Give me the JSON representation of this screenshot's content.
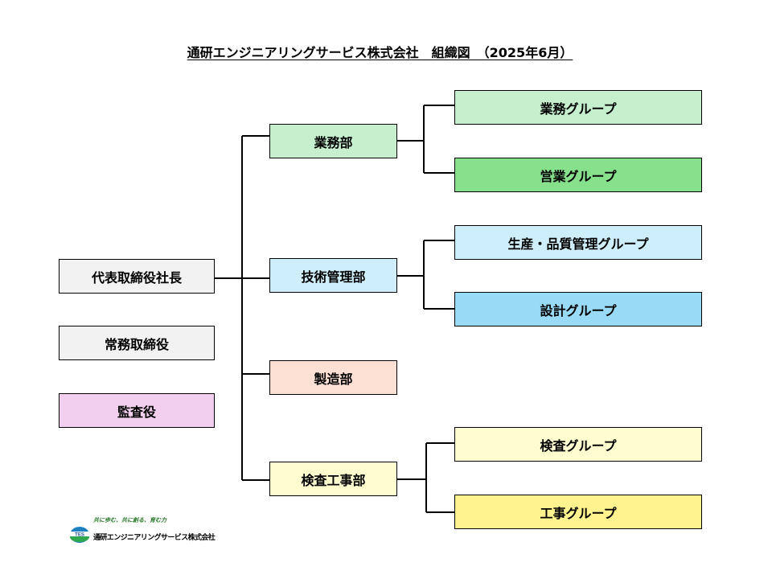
{
  "title": "通研エンジニアリングサービス株式会社　組織図　（2025年6月）",
  "executives": [
    {
      "label": "代表取締役社長",
      "color": "#f2f2f2"
    },
    {
      "label": "常務取締役",
      "color": "#f2f2f2"
    },
    {
      "label": "監査役",
      "color": "#f2cfee"
    }
  ],
  "departments": [
    {
      "label": "業務部",
      "color": "#c6efce",
      "groups": [
        {
          "label": "業務グループ",
          "color": "#c6efce"
        },
        {
          "label": "営業グループ",
          "color": "#86e08c"
        }
      ]
    },
    {
      "label": "技術管理部",
      "color": "#cfeefb",
      "groups": [
        {
          "label": "生産・品質管理グループ",
          "color": "#cfeefb"
        },
        {
          "label": "設計グループ",
          "color": "#99daf6"
        }
      ]
    },
    {
      "label": "製造部",
      "color": "#fde0d4",
      "groups": []
    },
    {
      "label": "検査工事部",
      "color": "#fffdd0",
      "groups": [
        {
          "label": "検査グループ",
          "color": "#fffdd0"
        },
        {
          "label": "工事グループ",
          "color": "#fff38f"
        }
      ]
    }
  ],
  "logo": {
    "slogan": "共に歩む、共に創る、育む力",
    "mark_text": "TES",
    "company": "通研エンジニアリングサービス株式会社"
  }
}
